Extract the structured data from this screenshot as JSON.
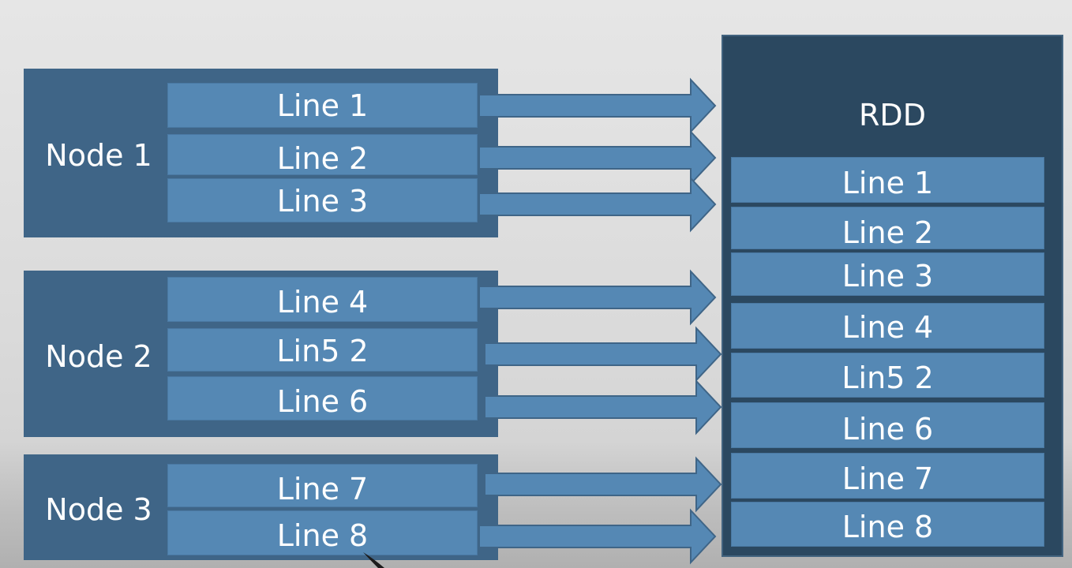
{
  "nodes": [
    {
      "label": "Node 1",
      "lines": [
        "Line 1",
        "Line 2",
        "Line 3"
      ]
    },
    {
      "label": "Node 2",
      "lines": [
        "Line 4",
        "Lin5 2",
        "Line 6"
      ]
    },
    {
      "label": "Node 3",
      "lines": [
        "Line 7",
        "Line 8"
      ]
    }
  ],
  "rdd": {
    "title": "RDD",
    "lines": [
      "Line 1",
      "Line 2",
      "Line 3",
      "Line 4",
      "Lin5 2",
      "Line 6",
      "Line 7",
      "Line 8"
    ]
  },
  "colors": {
    "node_box": "#3f6587",
    "line_box": "#5588b4",
    "rdd_box": "#2b4860"
  }
}
